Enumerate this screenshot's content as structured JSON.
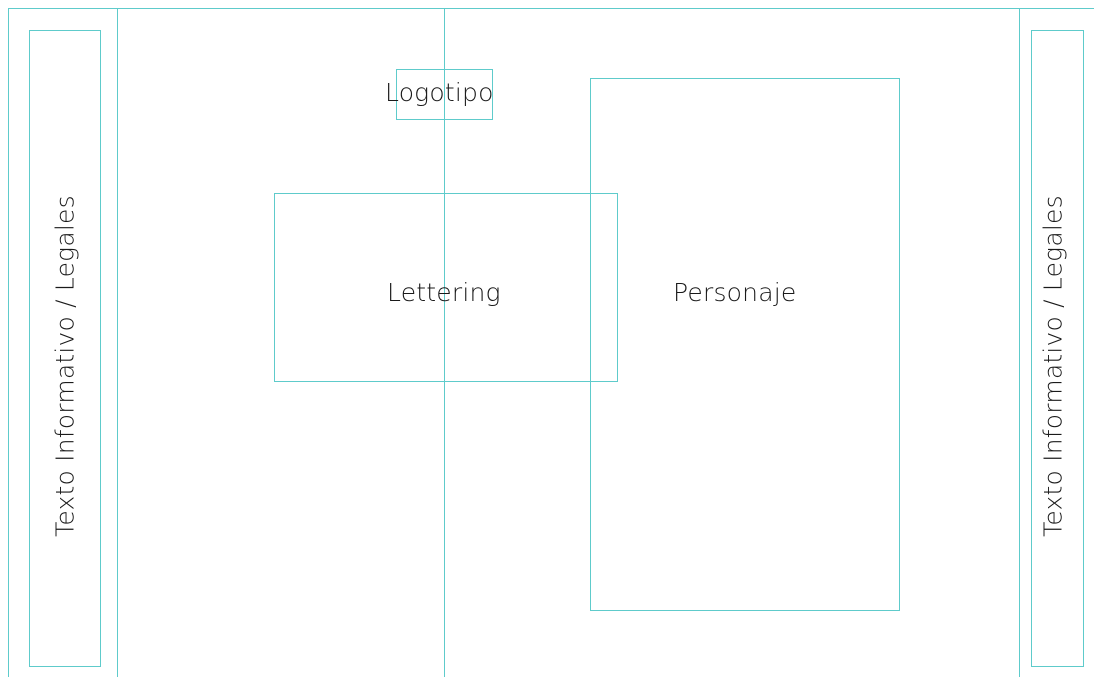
{
  "labels": {
    "left_side": "Texto Informativo / Legales",
    "right_side": "Texto Informativo / Legales",
    "logo": "Logotipo",
    "lettering": "Lettering",
    "character": "Personaje"
  },
  "colors": {
    "guide": "#5ecbcb",
    "text": "#1a1a1a",
    "background": "#ffffff"
  }
}
